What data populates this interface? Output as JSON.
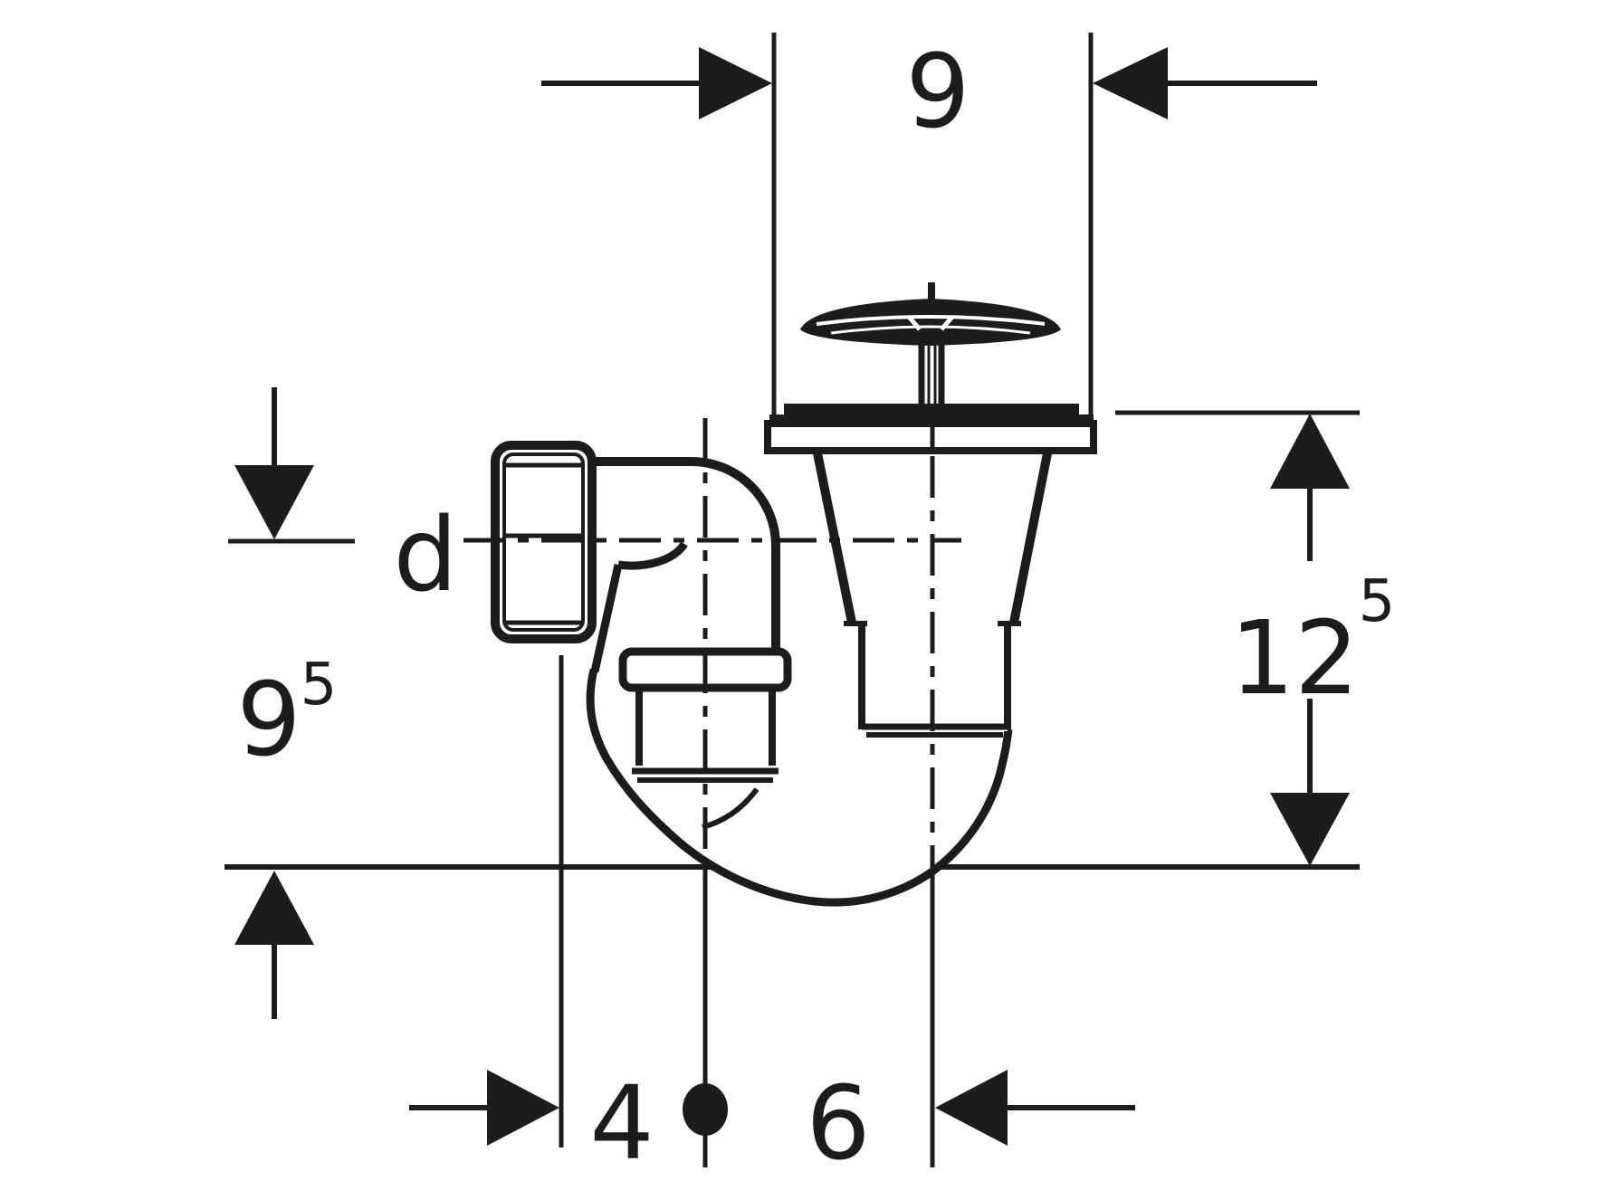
{
  "colors": {
    "line": "#1c1c1c",
    "background": "#ffffff"
  },
  "dimensions": {
    "top_width": {
      "value": "9"
    },
    "pipe_diameter": {
      "value": "d"
    },
    "inlet_depth": {
      "value": "9",
      "sup": "5"
    },
    "total_depth": {
      "value": "12",
      "sup": "5"
    },
    "inlet_offset": {
      "value": "4"
    },
    "drain_offset": {
      "value": "6"
    }
  }
}
